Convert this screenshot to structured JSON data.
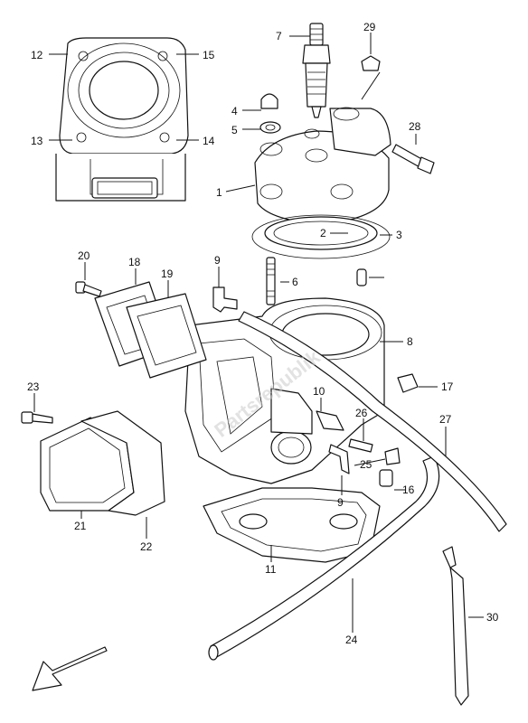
{
  "diagram": {
    "callouts": [
      {
        "id": "c1",
        "label": "1"
      },
      {
        "id": "c2",
        "label": "2"
      },
      {
        "id": "c3",
        "label": "3"
      },
      {
        "id": "c4",
        "label": "4"
      },
      {
        "id": "c5",
        "label": "5"
      },
      {
        "id": "c6",
        "label": "6"
      },
      {
        "id": "c7",
        "label": "7"
      },
      {
        "id": "c8",
        "label": "8"
      },
      {
        "id": "c9a",
        "label": "9"
      },
      {
        "id": "c9b",
        "label": "9"
      },
      {
        "id": "c10",
        "label": "10"
      },
      {
        "id": "c11",
        "label": "11"
      },
      {
        "id": "c12",
        "label": "12"
      },
      {
        "id": "c13",
        "label": "13"
      },
      {
        "id": "c14",
        "label": "14"
      },
      {
        "id": "c15",
        "label": "15"
      },
      {
        "id": "c16",
        "label": "16"
      },
      {
        "id": "c17",
        "label": "17"
      },
      {
        "id": "c18",
        "label": "18"
      },
      {
        "id": "c19",
        "label": "19"
      },
      {
        "id": "c20",
        "label": "20"
      },
      {
        "id": "c21",
        "label": "21"
      },
      {
        "id": "c22",
        "label": "22"
      },
      {
        "id": "c23",
        "label": "23"
      },
      {
        "id": "c24",
        "label": "24"
      },
      {
        "id": "c25",
        "label": "25"
      },
      {
        "id": "c26",
        "label": "26"
      },
      {
        "id": "c27",
        "label": "27"
      },
      {
        "id": "c28",
        "label": "28"
      },
      {
        "id": "c29",
        "label": "29"
      },
      {
        "id": "c30",
        "label": "30"
      }
    ],
    "watermark": "Partsrepublik",
    "direction_icon": "front-arrow-icon"
  }
}
